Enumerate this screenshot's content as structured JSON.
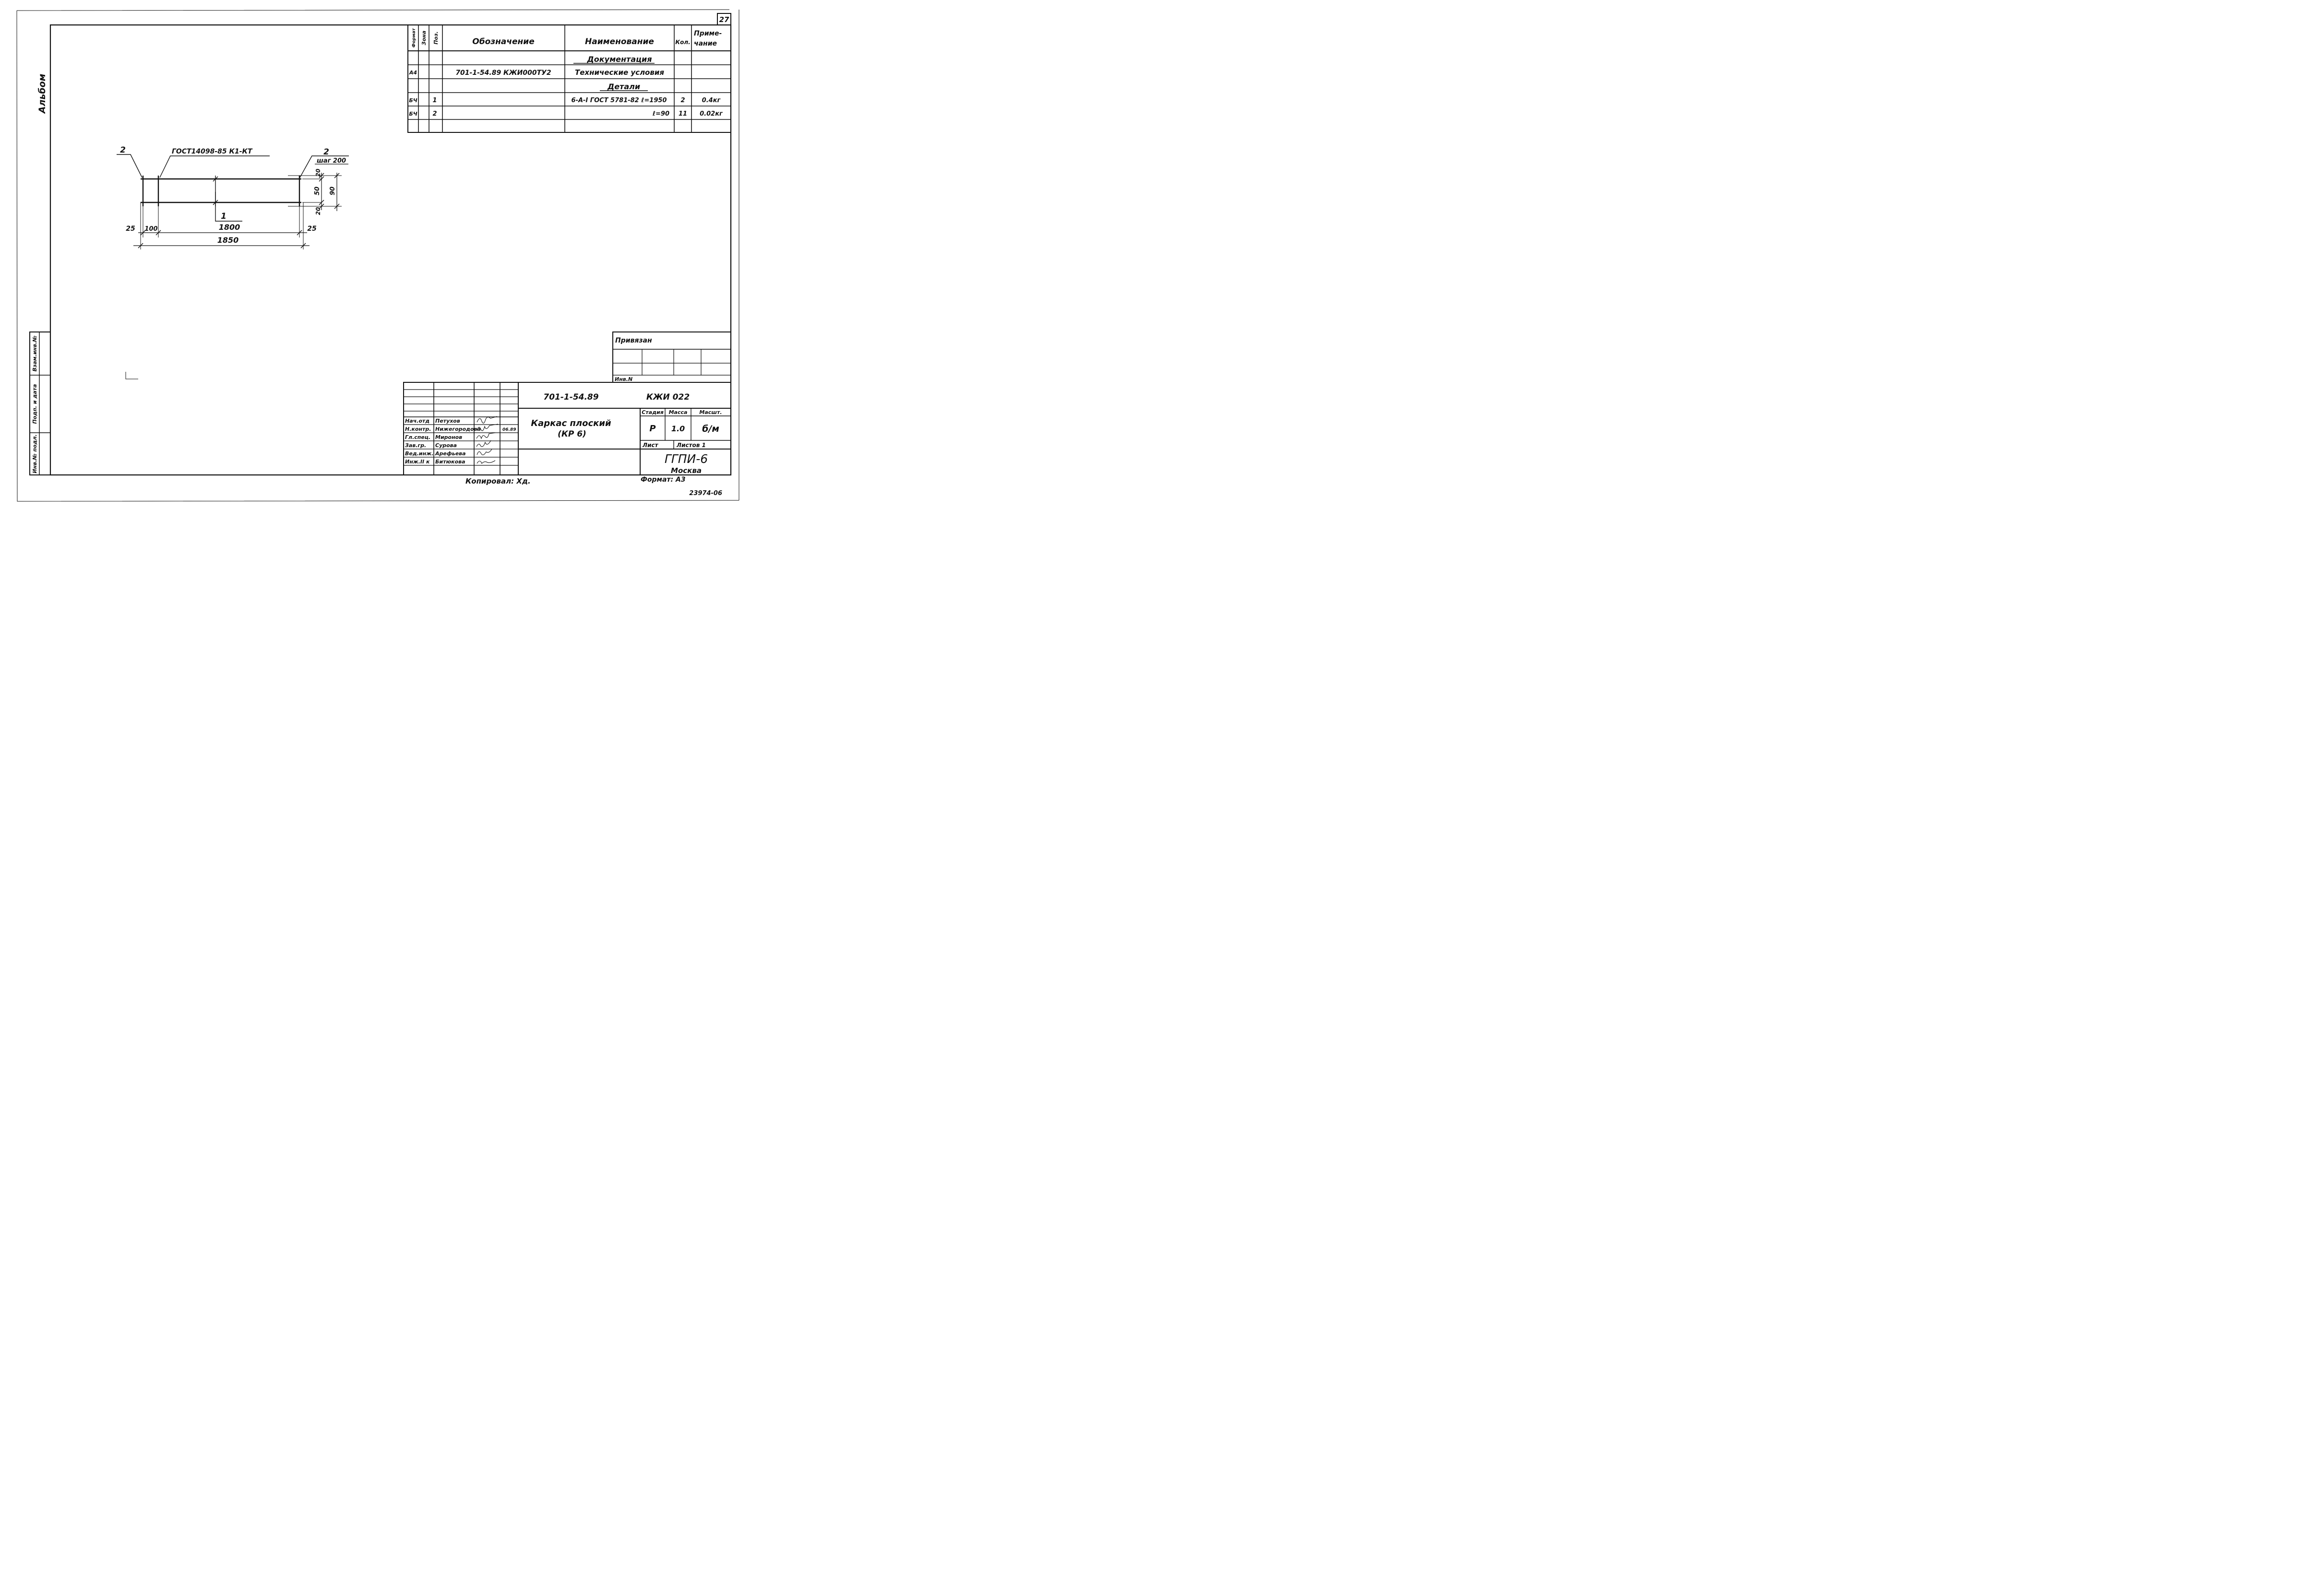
{
  "sheet_number": "27",
  "album_label": "Альбом",
  "side_stamp": {
    "cells": [
      "Взам.инв.№",
      "Подп. и дата",
      "Инв.№ подл."
    ]
  },
  "spec": {
    "headers": {
      "format": "Формат",
      "zone": "Зона",
      "pos": "Поз.",
      "designation": "Обозначение",
      "name": "Наименование",
      "qty": "Кол.",
      "note": "Приме-чание"
    },
    "rows": [
      {
        "format": "",
        "pos": "",
        "designation": "",
        "name": "Документация",
        "qty": "",
        "note": "",
        "heading": true
      },
      {
        "format": "А4",
        "pos": "",
        "designation": "701-1-54.89 КЖИ000ТУ2",
        "name": "Технические условия",
        "qty": "",
        "note": ""
      },
      {
        "format": "",
        "pos": "",
        "designation": "",
        "name": "Детали",
        "qty": "",
        "note": "",
        "heading": true
      },
      {
        "format": "БЧ",
        "pos": "1",
        "designation": "",
        "name": "6-А-I ГОСТ 5781-82 ℓ=1950",
        "qty": "2",
        "note": "0.4кг"
      },
      {
        "format": "БЧ",
        "pos": "2",
        "designation": "",
        "name": "ℓ=90",
        "qty": "11",
        "note": "0.02кг"
      },
      {
        "format": "",
        "pos": "",
        "designation": "",
        "name": "",
        "qty": "",
        "note": ""
      }
    ]
  },
  "drawing": {
    "leader_top_left": "2",
    "weld_note": "ГОСТ14098-85 К1-КТ",
    "leader_top_right": "2",
    "step_note": "шаг 200",
    "dim_top_gap": "20",
    "dim_inner": "50",
    "dim_total_height": "90",
    "dim_bottom_gap": "20",
    "leader_bottom": "1",
    "dim_left_edge": "25",
    "dim_first_step": "100",
    "dim_length_inner": "1800",
    "dim_right_edge": "25",
    "dim_length_total": "1850"
  },
  "bound": {
    "title": "Привязан",
    "inv_label": "Инв.N"
  },
  "title_block": {
    "code": "701-1-54.89",
    "mark": "КЖИ 022",
    "product": "Каркас плоский",
    "product_sub": "(КР 6)",
    "stage_label": "Стадия",
    "mass_label": "Масса",
    "scale_label": "Масшт.",
    "stage": "Р",
    "mass": "1.0",
    "scale": "б/м",
    "sheet_label": "Лист",
    "sheets_label": "Листов 1",
    "org": "ГГПИ-6",
    "city": "Москва",
    "roles": [
      {
        "role": "Нач.отд",
        "name": "Петухов"
      },
      {
        "role": "Н.контр.",
        "name": "Нижегородова"
      },
      {
        "role": "Гл.спец.",
        "name": "Миронов"
      },
      {
        "role": "Зав.гр.",
        "name": "Сурова"
      },
      {
        "role": "Вед.инж.",
        "name": "Арефьева"
      },
      {
        "role": "Инж.II к",
        "name": "Битюкова"
      }
    ],
    "date_mark": "06.89"
  },
  "copied_by": "Копировал: Хд.",
  "format": "Формат: А3",
  "archive_no": "23974-06"
}
